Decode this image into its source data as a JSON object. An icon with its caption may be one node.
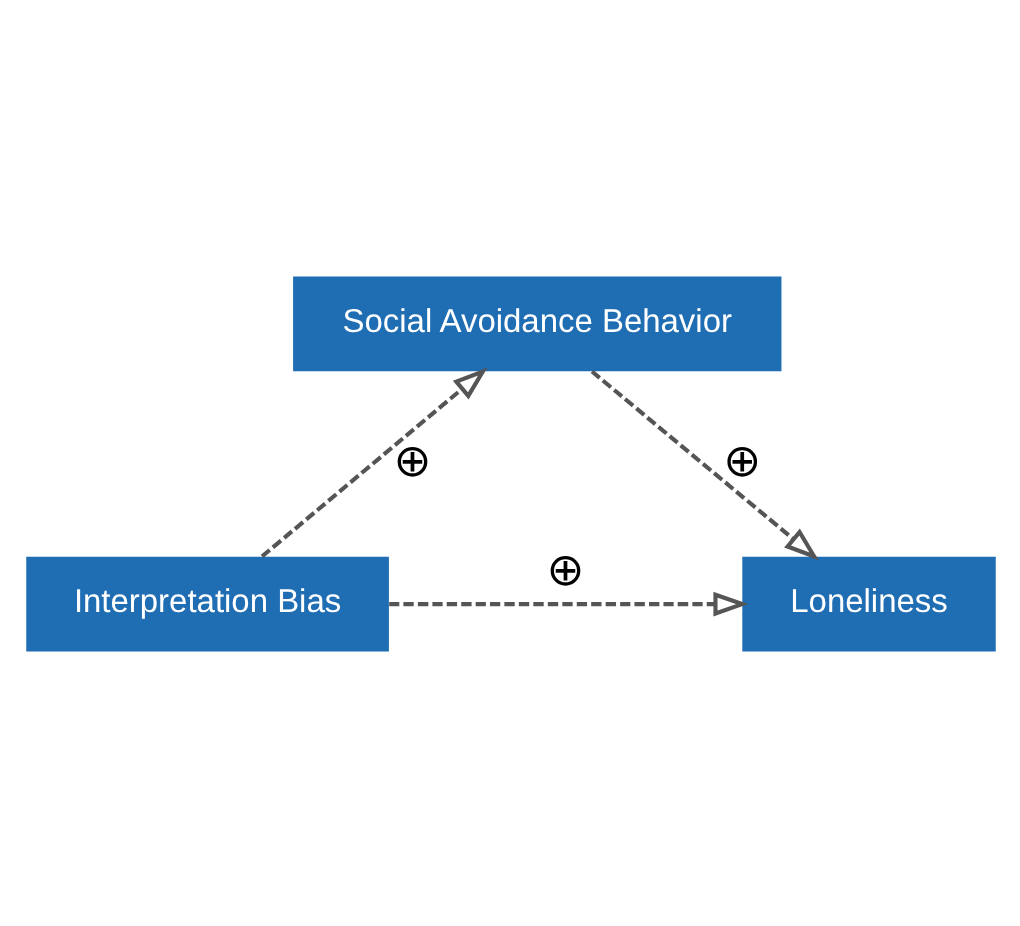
{
  "diagram": {
    "nodes": [
      {
        "text": [
          "Social Avoidance Behavior"
        ]
      },
      {
        "text": [
          "Interpretation Bias"
        ]
      },
      {
        "text": [
          "Loneliness"
        ]
      }
    ],
    "edges": [
      {
        "from": 1,
        "to": 0,
        "arrow": "to",
        "label": "⊕",
        "style": "dashed"
      },
      {
        "from": 0,
        "to": 2,
        "arrow": "to",
        "label": "⊕",
        "style": "dashed"
      },
      {
        "from": 1,
        "to": 2,
        "arrow": "to",
        "label": "⊕",
        "style": "dashed"
      }
    ]
  }
}
